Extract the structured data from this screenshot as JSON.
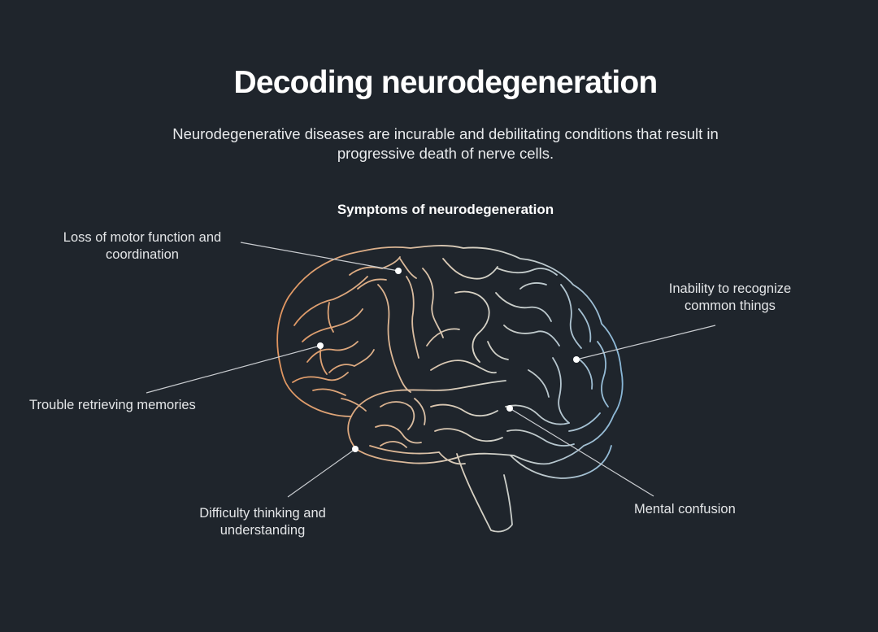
{
  "title": "Decoding neurodegeneration",
  "subtitle": "Neurodegenerative diseases are incurable and debilitating conditions that result in progressive death of nerve cells.",
  "section_title": "Symptoms of neurodegeneration",
  "colors": {
    "background": "#1f252c",
    "brain_front": "#e0a06e",
    "brain_middle": "#d9cfbe",
    "brain_back": "#8ab8d6",
    "leader_line": "#c9ccd0",
    "marker": "#ffffff"
  },
  "symptoms": [
    {
      "id": "motor",
      "label": "Loss of motor function and coordination",
      "region": "top-front"
    },
    {
      "id": "memory",
      "label": "Trouble retrieving memories",
      "region": "frontal"
    },
    {
      "id": "thinking",
      "label": "Difficulty thinking and understanding",
      "region": "temporal-front"
    },
    {
      "id": "recognize",
      "label": "Inability to recognize common things",
      "region": "occipital"
    },
    {
      "id": "confusion",
      "label": "Mental confusion",
      "region": "temporal-back"
    }
  ],
  "illustration": {
    "subject": "brain-side-view",
    "markers": 5
  }
}
